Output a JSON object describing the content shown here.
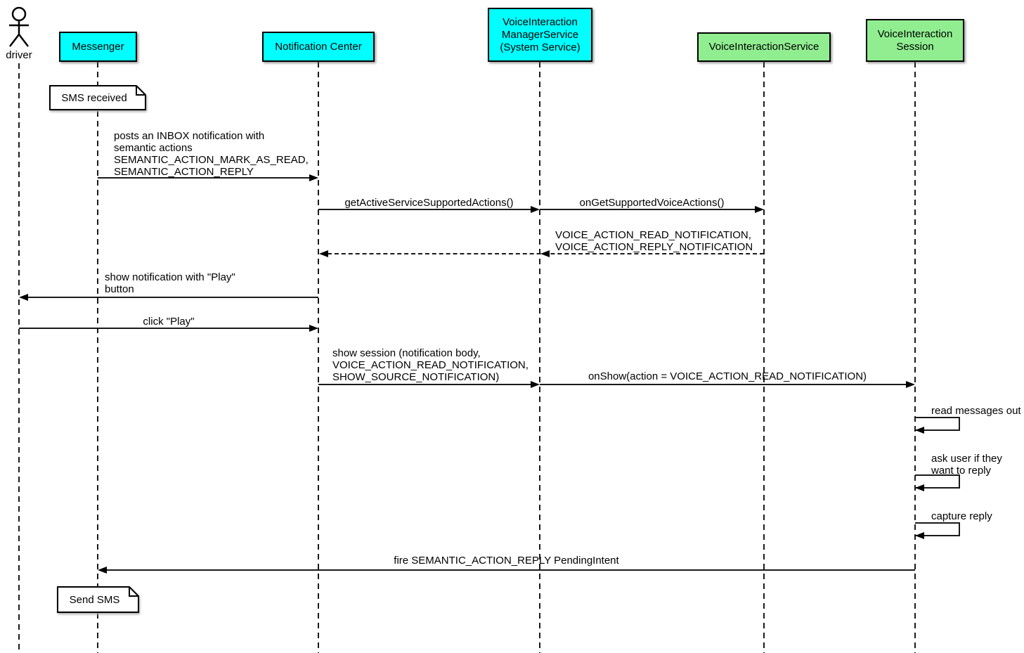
{
  "diagram_type": "uml-sequence-diagram",
  "colors": {
    "participant_cyan": "#00ffff",
    "participant_green": "#90ee90",
    "line_black": "#000000",
    "background": "#ffffff"
  },
  "actor": {
    "label": "driver"
  },
  "participants": {
    "messenger": {
      "label": "Messenger",
      "color": "#00ffff"
    },
    "notification_center": {
      "label": "Notification Center",
      "color": "#00ffff"
    },
    "voice_interaction_manager_service": {
      "label": "VoiceInteraction\nManagerService\n(System Service)",
      "color": "#00ffff"
    },
    "voice_interaction_service": {
      "label": "VoiceInteractionService",
      "color": "#90ee90"
    },
    "voice_interaction_session": {
      "label": "VoiceInteraction\nSession",
      "color": "#90ee90"
    }
  },
  "notes": {
    "sms_received": {
      "text": "SMS received",
      "attached_to": "Messenger"
    },
    "send_sms": {
      "text": "Send SMS",
      "attached_to": "Messenger"
    }
  },
  "messages": {
    "posts_inbox_notification": {
      "text": "posts an INBOX notification with\nsemantic actions\nSEMANTIC_ACTION_MARK_AS_READ,\nSEMANTIC_ACTION_REPLY",
      "from": "Messenger",
      "to": "Notification Center",
      "style": "solid"
    },
    "get_active_service_supported_actions": {
      "text": "getActiveServiceSupportedActions()",
      "from": "Notification Center",
      "to": "VoiceInteraction ManagerService (System Service)",
      "style": "solid"
    },
    "on_get_supported_voice_actions": {
      "text": "onGetSupportedVoiceActions()",
      "from": "VoiceInteraction ManagerService (System Service)",
      "to": "VoiceInteractionService",
      "style": "solid"
    },
    "voice_actions_return": {
      "text": "VOICE_ACTION_READ_NOTIFICATION,\nVOICE_ACTION_REPLY_NOTIFICATION",
      "from": "VoiceInteractionService",
      "to": "Notification Center",
      "style": "dashed-return"
    },
    "show_notification": {
      "text": "show notification with \"Play\"\nbutton",
      "from": "Notification Center",
      "to": "driver",
      "style": "solid"
    },
    "click_play": {
      "text": "click \"Play\"",
      "from": "driver",
      "to": "Notification Center",
      "style": "solid"
    },
    "show_session": {
      "text": "show session (notification body,\nVOICE_ACTION_READ_NOTIFICATION,\nSHOW_SOURCE_NOTIFICATION)",
      "from": "Notification Center",
      "to": "VoiceInteraction ManagerService (System Service)",
      "style": "solid"
    },
    "on_show": {
      "text": "onShow(action = VOICE_ACTION_READ_NOTIFICATION)",
      "from": "VoiceInteraction ManagerService (System Service)",
      "to": "VoiceInteraction Session",
      "style": "solid"
    },
    "read_messages_out": {
      "text": "read messages out",
      "from": "VoiceInteraction Session",
      "to": "VoiceInteraction Session",
      "style": "self"
    },
    "ask_user_reply": {
      "text": "ask user if they\nwant to reply",
      "from": "VoiceInteraction Session",
      "to": "VoiceInteraction Session",
      "style": "self"
    },
    "capture_reply": {
      "text": "capture reply",
      "from": "VoiceInteraction Session",
      "to": "VoiceInteraction Session",
      "style": "self"
    },
    "fire_pending_intent": {
      "text": "fire SEMANTIC_ACTION_REPLY PendingIntent",
      "from": "VoiceInteraction Session",
      "to": "Messenger",
      "style": "solid"
    }
  }
}
